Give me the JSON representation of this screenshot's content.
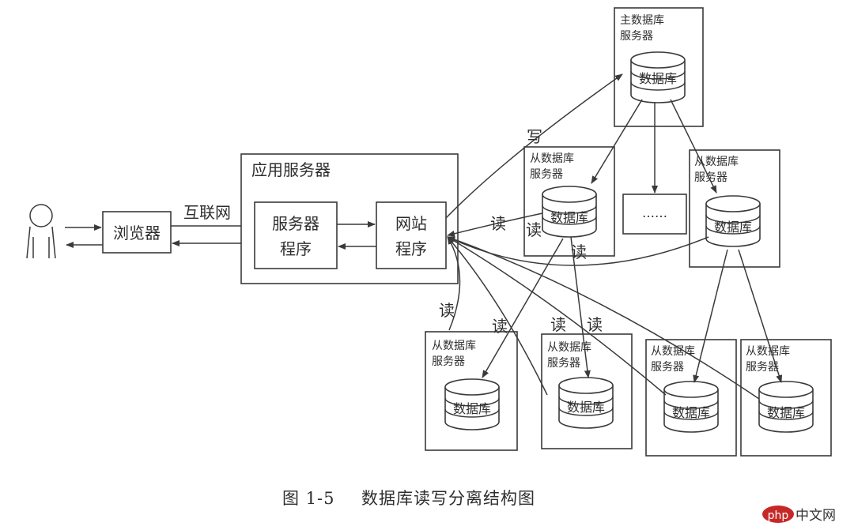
{
  "nodes": {
    "browser": "浏览器",
    "internet": "互联网",
    "app_server": "应用服务器",
    "server_program": [
      "服务器",
      "程序"
    ],
    "website_program": [
      "网站",
      "程序"
    ],
    "master": [
      "主数据库",
      "服务器"
    ],
    "slave": [
      "从数据库",
      "服务器"
    ],
    "database": "数据库",
    "ellipsis": "……"
  },
  "edge_labels": {
    "write": "写",
    "read": "读"
  },
  "caption": {
    "number": "图 1-5",
    "title": "数据库读写分离结构图"
  },
  "watermark": {
    "badge": "php",
    "text": "中文网"
  }
}
